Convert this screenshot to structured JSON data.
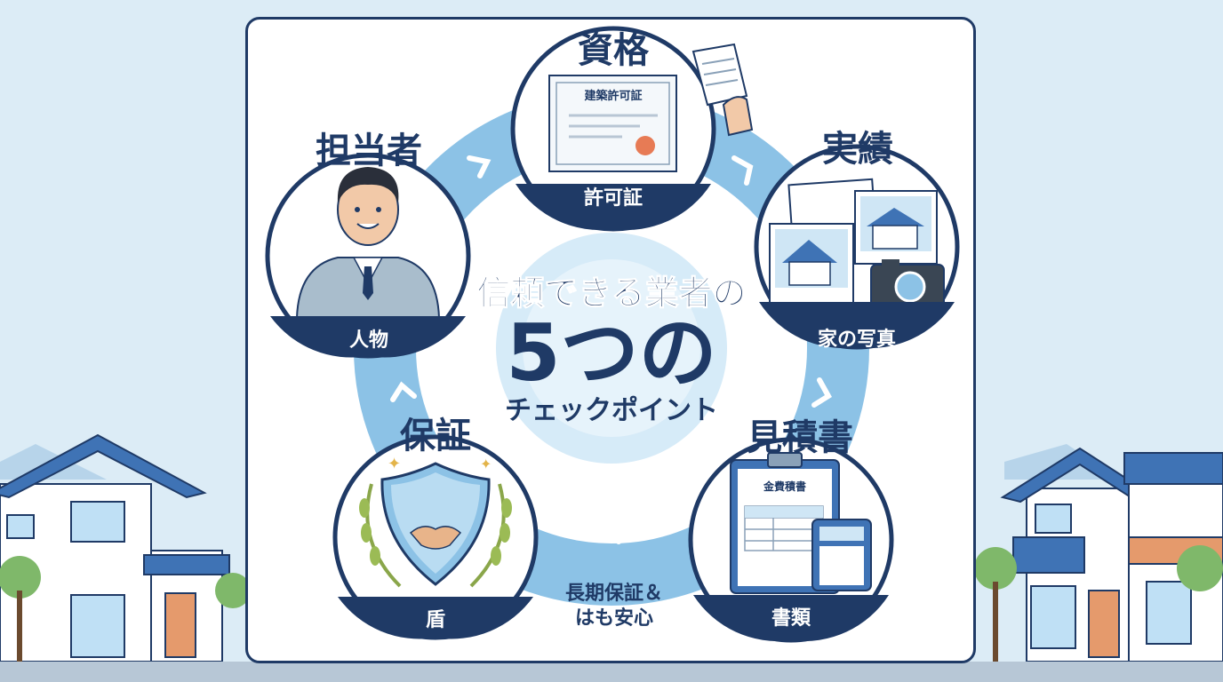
{
  "center": {
    "line1": "信頼できる業者の",
    "line2": "5つの",
    "line3": "チェックポイント"
  },
  "nodes": [
    {
      "id": "shikaku",
      "heading": "資格",
      "label": "許可証",
      "image_text": "建築許可証"
    },
    {
      "id": "jisseki",
      "heading": "実績",
      "label": "家の写真"
    },
    {
      "id": "mitsumori",
      "heading": "見積書",
      "label": "書類",
      "image_text": "金費積書"
    },
    {
      "id": "hosho",
      "heading": "保証",
      "label": "盾"
    },
    {
      "id": "tantosha",
      "heading": "担当者",
      "label": "人物"
    }
  ],
  "note": {
    "line1": "長期保証＆",
    "line2": "はも安心"
  },
  "colors": {
    "navy": "#1f3a66",
    "ring": "#8cc2e6",
    "sky": "#dcecf6",
    "accent": "#e77b55"
  }
}
